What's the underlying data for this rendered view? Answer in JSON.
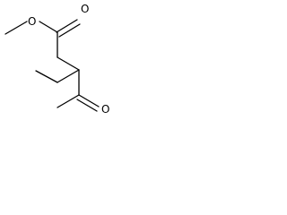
{
  "structure": {
    "atom_labels": {
      "ester_oxygen": "O",
      "carbonyl_oxygen_ester": "O",
      "carbonyl_oxygen_ketone": "O"
    },
    "colors": {
      "bond": "#000000",
      "label": "#000000",
      "background": "#ffffff"
    }
  }
}
